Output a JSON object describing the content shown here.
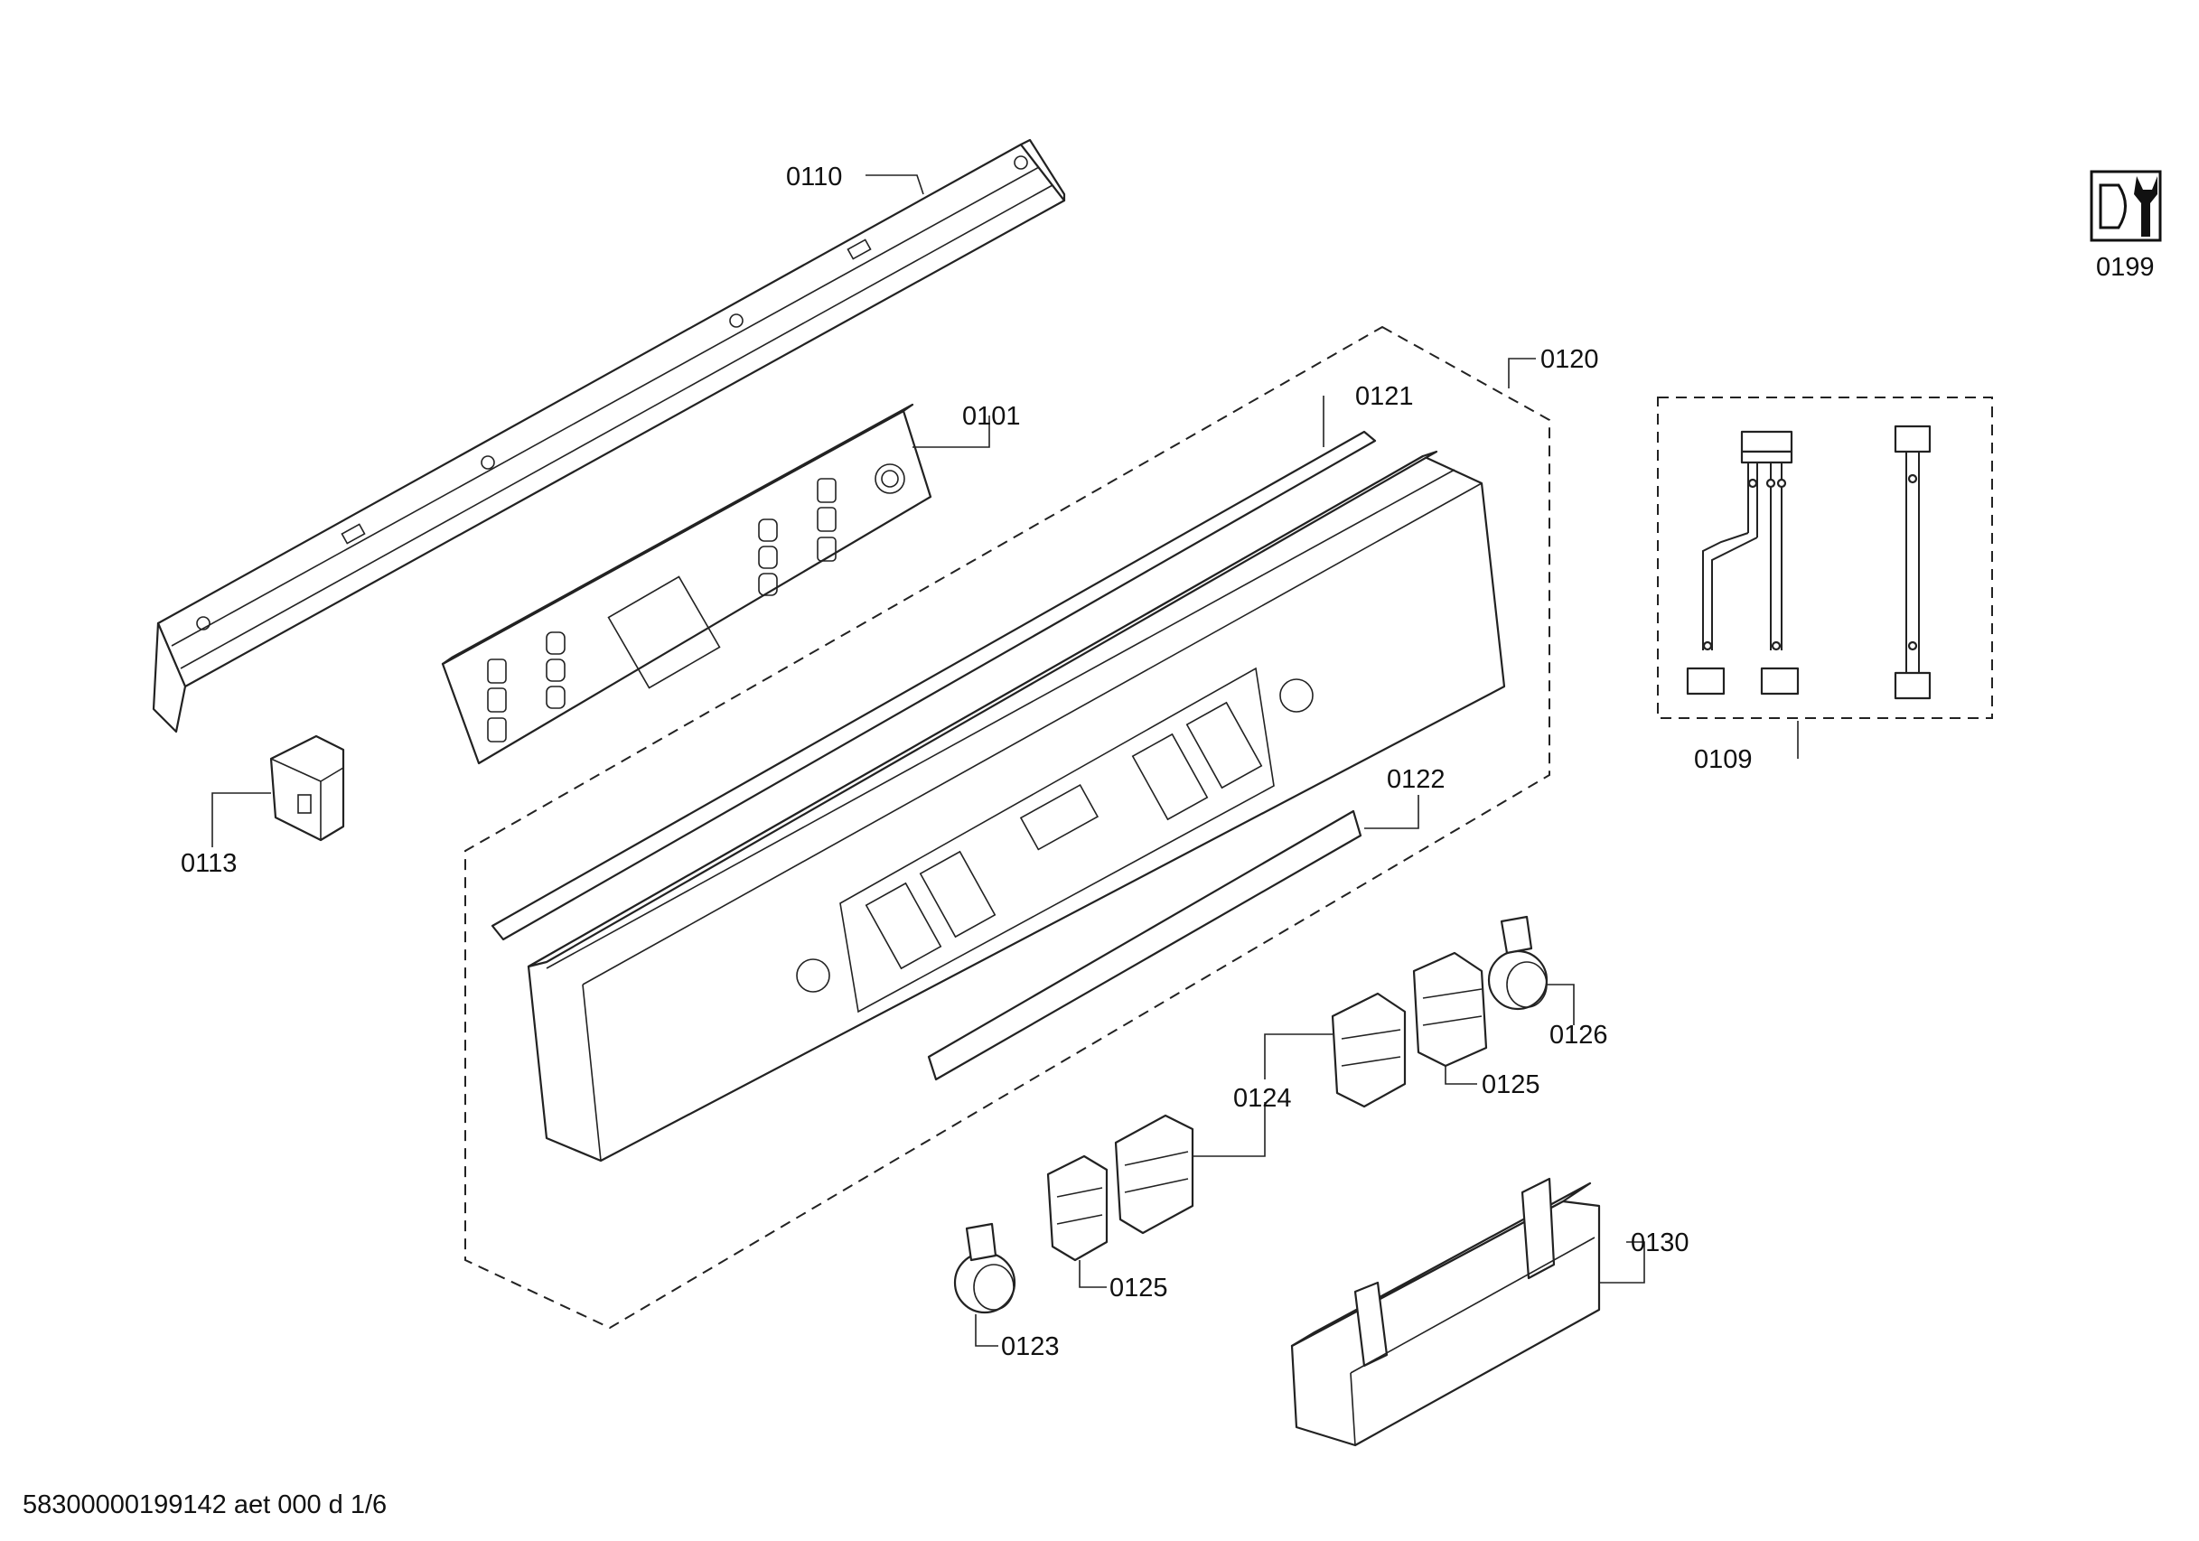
{
  "labels": {
    "p0110": "0110",
    "p0101": "0101",
    "p0113": "0113",
    "p0120": "0120",
    "p0121": "0121",
    "p0122": "0122",
    "p0109": "0109",
    "p0199": "0199",
    "p0126": "0126",
    "p0124": "0124",
    "p0125a": "0125",
    "p0125b": "0125",
    "p0130": "0130",
    "p0123": "0123"
  },
  "footer": "58300000199142 aet 000 d 1/6",
  "icons": {
    "service": "wrench-service-icon"
  }
}
